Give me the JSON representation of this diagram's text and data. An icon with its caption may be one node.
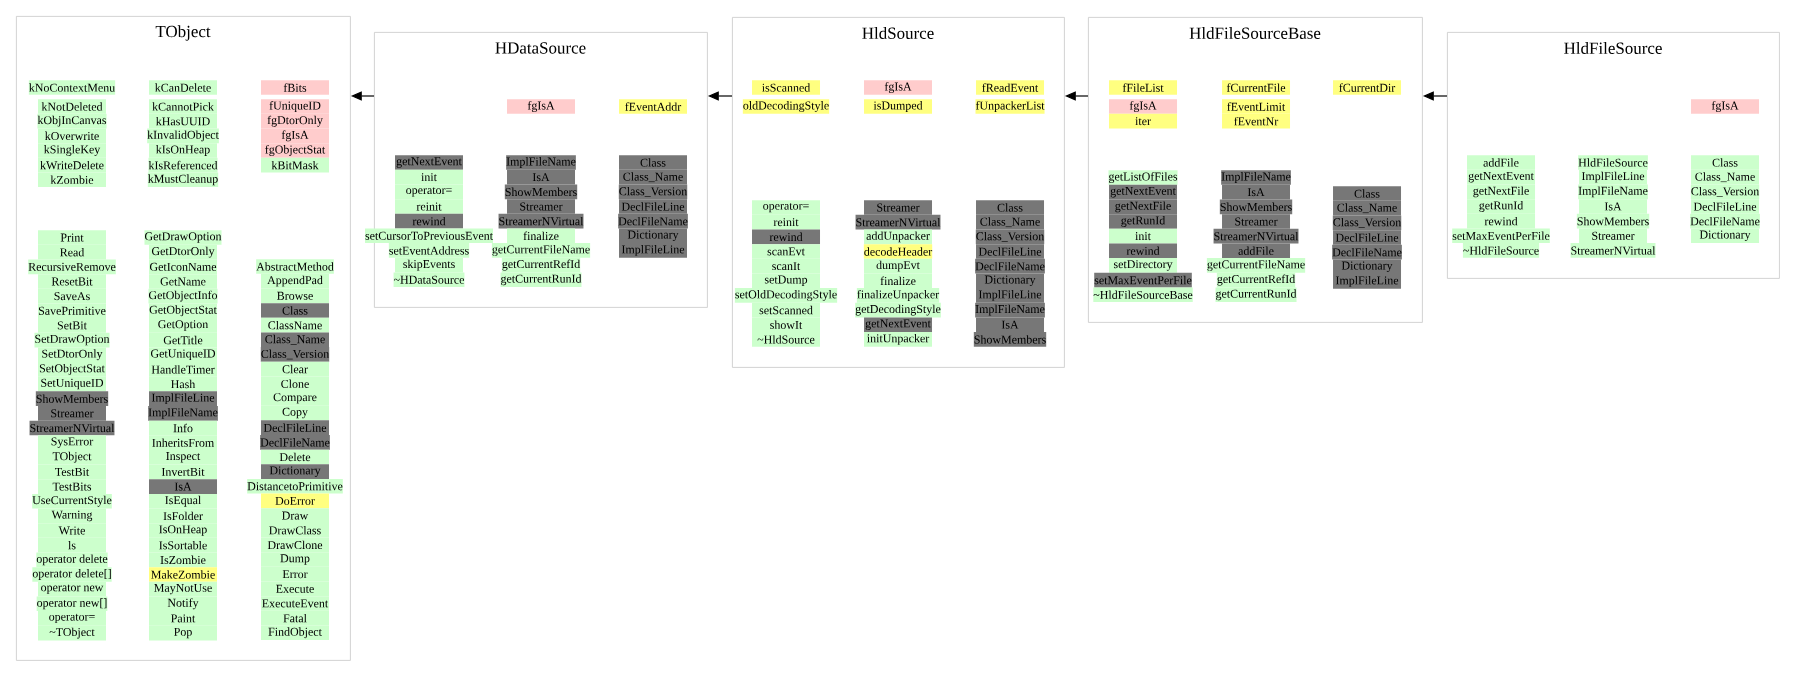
{
  "diagram": {
    "nodes": [
      {
        "text": [
          "TObject"
        ]
      },
      {
        "text": [
          "kNoContextMenu"
        ],
        "in": 0
      },
      {
        "text": [
          "kNotDeleted"
        ],
        "in": 0
      },
      {
        "text": [
          "kObjInCanvas"
        ],
        "in": 0
      },
      {
        "text": [
          "kOverwrite"
        ],
        "in": 0
      },
      {
        "text": [
          "kSingleKey"
        ],
        "in": 0
      },
      {
        "text": [
          "kWriteDelete"
        ],
        "in": 0
      },
      {
        "text": [
          "kZombie"
        ],
        "in": 0
      },
      {
        "text": [
          "kCanDelete"
        ],
        "in": 0
      },
      {
        "text": [
          "kCannotPick"
        ],
        "in": 0
      },
      {
        "text": [
          "kHasUUID"
        ],
        "in": 0
      },
      {
        "text": [
          "kInvalidObject"
        ],
        "in": 0
      },
      {
        "text": [
          "kIsOnHeap"
        ],
        "in": 0
      },
      {
        "text": [
          "kIsReferenced"
        ],
        "in": 0
      },
      {
        "text": [
          "kMustCleanup"
        ],
        "in": 0
      },
      {
        "text": [
          "fBits"
        ],
        "in": 0
      },
      {
        "text": [
          "fUniqueID"
        ],
        "in": 0
      },
      {
        "text": [
          "fgDtorOnly"
        ],
        "in": 0
      },
      {
        "text": [
          "fgIsA"
        ],
        "in": 0
      },
      {
        "text": [
          "fgObjectStat"
        ],
        "in": 0
      },
      {
        "text": [
          "kBitMask"
        ],
        "in": 0
      },
      {
        "text": [
          "Print"
        ],
        "in": 0
      },
      {
        "text": [
          "Read"
        ],
        "in": 0
      },
      {
        "text": [
          "RecursiveRemove"
        ],
        "in": 0
      },
      {
        "text": [
          "ResetBit"
        ],
        "in": 0
      },
      {
        "text": [
          "SaveAs"
        ],
        "in": 0
      },
      {
        "text": [
          "SavePrimitive"
        ],
        "in": 0
      },
      {
        "text": [
          "SetBit"
        ],
        "in": 0
      },
      {
        "text": [
          "SetDrawOption"
        ],
        "in": 0
      },
      {
        "text": [
          "SetDtorOnly"
        ],
        "in": 0
      },
      {
        "text": [
          "SetObjectStat"
        ],
        "in": 0
      },
      {
        "text": [
          "SetUniqueID"
        ],
        "in": 0
      },
      {
        "text": [
          "ShowMembers"
        ],
        "in": 0
      },
      {
        "text": [
          "Streamer"
        ],
        "in": 0
      },
      {
        "text": [
          "StreamerNVirtual"
        ],
        "in": 0
      },
      {
        "text": [
          "SysError"
        ],
        "in": 0
      },
      {
        "text": [
          "TObject"
        ],
        "in": 0
      },
      {
        "text": [
          "TestBit"
        ],
        "in": 0
      },
      {
        "text": [
          "TestBits"
        ],
        "in": 0
      },
      {
        "text": [
          "UseCurrentStyle"
        ],
        "in": 0
      },
      {
        "text": [
          "Warning"
        ],
        "in": 0
      },
      {
        "text": [
          "Write"
        ],
        "in": 0
      },
      {
        "text": [
          "ls"
        ],
        "in": 0
      },
      {
        "text": [
          "operator delete"
        ],
        "in": 0
      },
      {
        "text": [
          "operator delete[]"
        ],
        "in": 0
      },
      {
        "text": [
          "operator new"
        ],
        "in": 0
      },
      {
        "text": [
          "operator new[]"
        ],
        "in": 0
      },
      {
        "text": [
          "operator="
        ],
        "in": 0
      },
      {
        "text": [
          "~TObject"
        ],
        "in": 0
      },
      {
        "text": [
          "GetDrawOption"
        ],
        "in": 0
      },
      {
        "text": [
          "GetDtorOnly"
        ],
        "in": 0
      },
      {
        "text": [
          "GetIconName"
        ],
        "in": 0
      },
      {
        "text": [
          "GetName"
        ],
        "in": 0
      },
      {
        "text": [
          "GetObjectInfo"
        ],
        "in": 0
      },
      {
        "text": [
          "GetObjectStat"
        ],
        "in": 0
      },
      {
        "text": [
          "GetOption"
        ],
        "in": 0
      },
      {
        "text": [
          "GetTitle"
        ],
        "in": 0
      },
      {
        "text": [
          "GetUniqueID"
        ],
        "in": 0
      },
      {
        "text": [
          "HandleTimer"
        ],
        "in": 0
      },
      {
        "text": [
          "Hash"
        ],
        "in": 0
      },
      {
        "text": [
          "ImplFileLine"
        ],
        "in": 0
      },
      {
        "text": [
          "ImplFileName"
        ],
        "in": 0
      },
      {
        "text": [
          "Info"
        ],
        "in": 0
      },
      {
        "text": [
          "InheritsFrom"
        ],
        "in": 0
      },
      {
        "text": [
          "Inspect"
        ],
        "in": 0
      },
      {
        "text": [
          "InvertBit"
        ],
        "in": 0
      },
      {
        "text": [
          "IsA"
        ],
        "in": 0
      },
      {
        "text": [
          "IsEqual"
        ],
        "in": 0
      },
      {
        "text": [
          "IsFolder"
        ],
        "in": 0
      },
      {
        "text": [
          "IsOnHeap"
        ],
        "in": 0
      },
      {
        "text": [
          "IsSortable"
        ],
        "in": 0
      },
      {
        "text": [
          "IsZombie"
        ],
        "in": 0
      },
      {
        "text": [
          "MakeZombie"
        ],
        "in": 0
      },
      {
        "text": [
          "MayNotUse"
        ],
        "in": 0
      },
      {
        "text": [
          "Notify"
        ],
        "in": 0
      },
      {
        "text": [
          "Paint"
        ],
        "in": 0
      },
      {
        "text": [
          "Pop"
        ],
        "in": 0
      },
      {
        "text": [
          "AbstractMethod"
        ],
        "in": 0
      },
      {
        "text": [
          "AppendPad"
        ],
        "in": 0
      },
      {
        "text": [
          "Browse"
        ],
        "in": 0
      },
      {
        "text": [
          "Class"
        ],
        "in": 0
      },
      {
        "text": [
          "ClassName"
        ],
        "in": 0
      },
      {
        "text": [
          "Class_Name"
        ],
        "in": 0
      },
      {
        "text": [
          "Class_Version"
        ],
        "in": 0
      },
      {
        "text": [
          "Clear"
        ],
        "in": 0
      },
      {
        "text": [
          "Clone"
        ],
        "in": 0
      },
      {
        "text": [
          "Compare"
        ],
        "in": 0
      },
      {
        "text": [
          "Copy"
        ],
        "in": 0
      },
      {
        "text": [
          "DeclFileLine"
        ],
        "in": 0
      },
      {
        "text": [
          "DeclFileName"
        ],
        "in": 0
      },
      {
        "text": [
          "Delete"
        ],
        "in": 0
      },
      {
        "text": [
          "Dictionary"
        ],
        "in": 0
      },
      {
        "text": [
          "DistancetoPrimitive"
        ],
        "in": 0
      },
      {
        "text": [
          "DoError"
        ],
        "in": 0
      },
      {
        "text": [
          "Draw"
        ],
        "in": 0
      },
      {
        "text": [
          "DrawClass"
        ],
        "in": 0
      },
      {
        "text": [
          "DrawClone"
        ],
        "in": 0
      },
      {
        "text": [
          "Dump"
        ],
        "in": 0
      },
      {
        "text": [
          "Error"
        ],
        "in": 0
      },
      {
        "text": [
          "Execute"
        ],
        "in": 0
      },
      {
        "text": [
          "ExecuteEvent"
        ],
        "in": 0
      },
      {
        "text": [
          "Fatal"
        ],
        "in": 0
      },
      {
        "text": [
          "FindObject"
        ],
        "in": 0
      },
      {
        "text": [
          "HDataSource"
        ]
      },
      {
        "text": [
          "fgIsA"
        ],
        "in": 103
      },
      {
        "text": [
          "fEventAddr"
        ],
        "in": 103
      },
      {
        "text": [
          "getNextEvent"
        ],
        "in": 103
      },
      {
        "text": [
          "init"
        ],
        "in": 103
      },
      {
        "text": [
          "operator="
        ],
        "in": 103
      },
      {
        "text": [
          "reinit"
        ],
        "in": 103
      },
      {
        "text": [
          "rewind"
        ],
        "in": 103
      },
      {
        "text": [
          "setCursorToPreviousEvent"
        ],
        "in": 103
      },
      {
        "text": [
          "setEventAddress"
        ],
        "in": 103
      },
      {
        "text": [
          "skipEvents"
        ],
        "in": 103
      },
      {
        "text": [
          "~HDataSource"
        ],
        "in": 103
      },
      {
        "text": [
          "ImplFileName"
        ],
        "in": 103
      },
      {
        "text": [
          "IsA"
        ],
        "in": 103
      },
      {
        "text": [
          "ShowMembers"
        ],
        "in": 103
      },
      {
        "text": [
          "Streamer"
        ],
        "in": 103
      },
      {
        "text": [
          "StreamerNVirtual"
        ],
        "in": 103
      },
      {
        "text": [
          "finalize"
        ],
        "in": 103
      },
      {
        "text": [
          "getCurrentFileName"
        ],
        "in": 103
      },
      {
        "text": [
          "getCurrentRefId"
        ],
        "in": 103
      },
      {
        "text": [
          "getCurrentRunId"
        ],
        "in": 103
      },
      {
        "text": [
          "Class"
        ],
        "in": 103
      },
      {
        "text": [
          "Class_Name"
        ],
        "in": 103
      },
      {
        "text": [
          "Class_Version"
        ],
        "in": 103
      },
      {
        "text": [
          "DeclFileLine"
        ],
        "in": 103
      },
      {
        "text": [
          "DeclFileName"
        ],
        "in": 103
      },
      {
        "text": [
          "Dictionary"
        ],
        "in": 103
      },
      {
        "text": [
          "ImplFileLine"
        ],
        "in": 103
      },
      {
        "text": [
          "HldSource"
        ]
      },
      {
        "text": [
          "isScanned"
        ],
        "in": 131
      },
      {
        "text": [
          "oldDecodingStyle"
        ],
        "in": 131
      },
      {
        "text": [
          "fgIsA"
        ],
        "in": 131
      },
      {
        "text": [
          "isDumped"
        ],
        "in": 131
      },
      {
        "text": [
          "fReadEvent"
        ],
        "in": 131
      },
      {
        "text": [
          "fUnpackerList"
        ],
        "in": 131
      },
      {
        "text": [
          "operator="
        ],
        "in": 131
      },
      {
        "text": [
          "reinit"
        ],
        "in": 131
      },
      {
        "text": [
          "rewind"
        ],
        "in": 131
      },
      {
        "text": [
          "scanEvt"
        ],
        "in": 131
      },
      {
        "text": [
          "scanIt"
        ],
        "in": 131
      },
      {
        "text": [
          "setDump"
        ],
        "in": 131
      },
      {
        "text": [
          "setOldDecodingStyle"
        ],
        "in": 131
      },
      {
        "text": [
          "setScanned"
        ],
        "in": 131
      },
      {
        "text": [
          "showIt"
        ],
        "in": 131
      },
      {
        "text": [
          "~HldSource"
        ],
        "in": 131
      },
      {
        "text": [
          "Streamer"
        ],
        "in": 131
      },
      {
        "text": [
          "StreamerNVirtual"
        ],
        "in": 131
      },
      {
        "text": [
          "addUnpacker"
        ],
        "in": 131
      },
      {
        "text": [
          "decodeHeader"
        ],
        "in": 131
      },
      {
        "text": [
          "dumpEvt"
        ],
        "in": 131
      },
      {
        "text": [
          "finalize"
        ],
        "in": 131
      },
      {
        "text": [
          "finalizeUnpacker"
        ],
        "in": 131
      },
      {
        "text": [
          "getDecodingStyle"
        ],
        "in": 131
      },
      {
        "text": [
          "getNextEvent"
        ],
        "in": 131
      },
      {
        "text": [
          "initUnpacker"
        ],
        "in": 131
      },
      {
        "text": [
          "Class"
        ],
        "in": 131
      },
      {
        "text": [
          "Class_Name"
        ],
        "in": 131
      },
      {
        "text": [
          "Class_Version"
        ],
        "in": 131
      },
      {
        "text": [
          "DeclFileLine"
        ],
        "in": 131
      },
      {
        "text": [
          "DeclFileName"
        ],
        "in": 131
      },
      {
        "text": [
          "Dictionary"
        ],
        "in": 131
      },
      {
        "text": [
          "ImplFileLine"
        ],
        "in": 131
      },
      {
        "text": [
          "ImplFileName"
        ],
        "in": 131
      },
      {
        "text": [
          "IsA"
        ],
        "in": 131
      },
      {
        "text": [
          "ShowMembers"
        ],
        "in": 131
      },
      {
        "text": [
          "HldFileSourceBase"
        ]
      },
      {
        "text": [
          "fFileList"
        ],
        "in": 168
      },
      {
        "text": [
          "fgIsA"
        ],
        "in": 168
      },
      {
        "text": [
          "iter"
        ],
        "in": 168
      },
      {
        "text": [
          "fCurrentFile"
        ],
        "in": 168
      },
      {
        "text": [
          "fEventLimit"
        ],
        "in": 168
      },
      {
        "text": [
          "fEventNr"
        ],
        "in": 168
      },
      {
        "text": [
          "fCurrentDir"
        ],
        "in": 168
      },
      {
        "text": [
          "getListOfFiles"
        ],
        "in": 168
      },
      {
        "text": [
          "getNextEvent"
        ],
        "in": 168
      },
      {
        "text": [
          "getNextFile"
        ],
        "in": 168
      },
      {
        "text": [
          "getRunId"
        ],
        "in": 168
      },
      {
        "text": [
          "init"
        ],
        "in": 168
      },
      {
        "text": [
          "rewind"
        ],
        "in": 168
      },
      {
        "text": [
          "setDirectory"
        ],
        "in": 168
      },
      {
        "text": [
          "setMaxEventPerFile"
        ],
        "in": 168
      },
      {
        "text": [
          "~HldFileSourceBase"
        ],
        "in": 168
      },
      {
        "text": [
          "ImplFileName"
        ],
        "in": 168
      },
      {
        "text": [
          "IsA"
        ],
        "in": 168
      },
      {
        "text": [
          "ShowMembers"
        ],
        "in": 168
      },
      {
        "text": [
          "Streamer"
        ],
        "in": 168
      },
      {
        "text": [
          "StreamerNVirtual"
        ],
        "in": 168
      },
      {
        "text": [
          "addFile"
        ],
        "in": 168
      },
      {
        "text": [
          "getCurrentFileName"
        ],
        "in": 168
      },
      {
        "text": [
          "getCurrentRefId"
        ],
        "in": 168
      },
      {
        "text": [
          "getCurrentRunId"
        ],
        "in": 168
      },
      {
        "text": [
          "Class"
        ],
        "in": 168
      },
      {
        "text": [
          "Class_Name"
        ],
        "in": 168
      },
      {
        "text": [
          "Class_Version"
        ],
        "in": 168
      },
      {
        "text": [
          "DeclFileLine"
        ],
        "in": 168
      },
      {
        "text": [
          "DeclFileName"
        ],
        "in": 168
      },
      {
        "text": [
          "Dictionary"
        ],
        "in": 168
      },
      {
        "text": [
          "ImplFileLine"
        ],
        "in": 168
      },
      {
        "text": [
          "HldFileSource"
        ]
      },
      {
        "text": [
          "fgIsA"
        ],
        "in": 201
      },
      {
        "text": [
          "addFile"
        ],
        "in": 201
      },
      {
        "text": [
          "getNextEvent"
        ],
        "in": 201
      },
      {
        "text": [
          "getNextFile"
        ],
        "in": 201
      },
      {
        "text": [
          "getRunId"
        ],
        "in": 201
      },
      {
        "text": [
          "rewind"
        ],
        "in": 201
      },
      {
        "text": [
          "setMaxEventPerFile"
        ],
        "in": 201
      },
      {
        "text": [
          "~HldFileSource"
        ],
        "in": 201
      },
      {
        "text": [
          "HldFileSource"
        ],
        "in": 201
      },
      {
        "text": [
          "ImplFileLine"
        ],
        "in": 201
      },
      {
        "text": [
          "ImplFileName"
        ],
        "in": 201
      },
      {
        "text": [
          "IsA"
        ],
        "in": 201
      },
      {
        "text": [
          "ShowMembers"
        ],
        "in": 201
      },
      {
        "text": [
          "Streamer"
        ],
        "in": 201
      },
      {
        "text": [
          "StreamerNVirtual"
        ],
        "in": 201
      },
      {
        "text": [
          "Class"
        ],
        "in": 201
      },
      {
        "text": [
          "Class_Name"
        ],
        "in": 201
      },
      {
        "text": [
          "Class_Version"
        ],
        "in": 201
      },
      {
        "text": [
          "DeclFileLine"
        ],
        "in": 201
      },
      {
        "text": [
          "DeclFileName"
        ],
        "in": 201
      },
      {
        "text": [
          "Dictionary"
        ],
        "in": 201
      }
    ],
    "edges": [
      {
        "from": 103,
        "to": 0,
        "arrow": "to"
      },
      {
        "from": 131,
        "to": 103,
        "arrow": "to"
      },
      {
        "from": 168,
        "to": 131,
        "arrow": "to"
      },
      {
        "from": 201,
        "to": 168,
        "arrow": "to"
      }
    ]
  }
}
